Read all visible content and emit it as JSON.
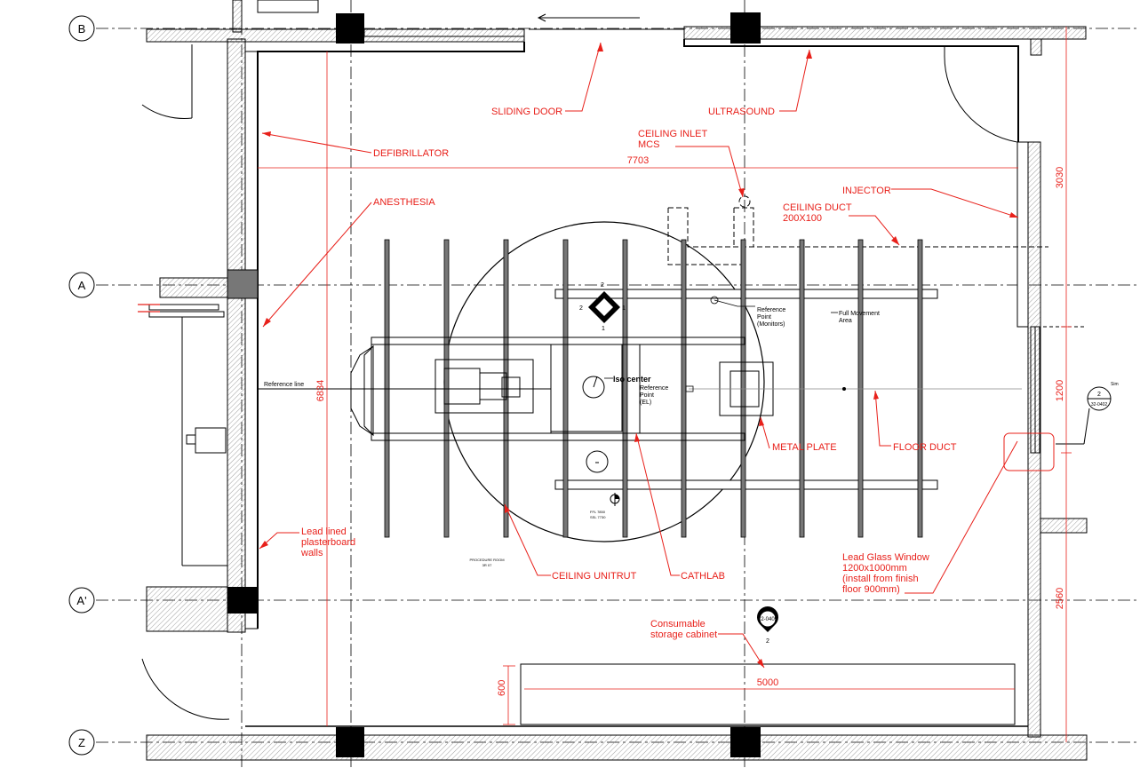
{
  "grid": {
    "B": "B",
    "A": "A",
    "A_prime": "A'",
    "Z": "Z"
  },
  "dimensions": {
    "width": "7703",
    "height": "6834",
    "right_top": "3030",
    "right_mid": "1200",
    "right_bottom": "2560",
    "cabinet_len": "5000",
    "cabinet_depth": "600"
  },
  "labels": {
    "sliding_door": "SLIDING DOOR",
    "ultrasound": "ULTRASOUND",
    "defibrillator": "DEFIBRILLATOR",
    "ceiling_inlet_1": "CEILING INLET",
    "ceiling_inlet_2": "MCS",
    "anesthesia": "ANESTHESIA",
    "injector": "INJECTOR",
    "ceiling_duct_1": "CEILING DUCT",
    "ceiling_duct_2": "200X100",
    "metal_plate": "METAL PLATE",
    "floor_duct": "FLOOR DUCT",
    "lead_walls_1": "Lead lined",
    "lead_walls_2": "plasterboard",
    "lead_walls_3": "walls",
    "ceiling_unitrut": "CEILING UNITRUT",
    "cathlab": "CATHLAB",
    "lead_glass_1": "Lead Glass Window",
    "lead_glass_2": "1200x1000mm",
    "lead_glass_3": "(install from finish",
    "lead_glass_4": "floor 900mm)",
    "consumable_1": "Consumable",
    "consumable_2": "storage cabinet"
  },
  "small_text": {
    "reference_line": "Reference line",
    "iso_center": "Iso center",
    "ref_el_1": "Reference",
    "ref_el_2": "Point",
    "ref_el_3": "(EL)",
    "ref_mon_1": "Reference",
    "ref_mon_2": "Point",
    "ref_mon_3": "(Monitors)",
    "full_move_1": "Full Movement",
    "full_move_2": "Area",
    "procedure_room": "PROCEDURE ROOM",
    "procedure_room_sub": "3R 07",
    "ffl_1": "FFL 7850",
    "ffl_2": "SSL 7730",
    "tag_2": "2",
    "tag_code": "32-0402",
    "sim": "Sim",
    "marker_ref": "72-0409",
    "marker_num": "2",
    "diamond_top": "2",
    "diamond_left": "2",
    "diamond_right": "1",
    "diamond_bottom": "1"
  }
}
